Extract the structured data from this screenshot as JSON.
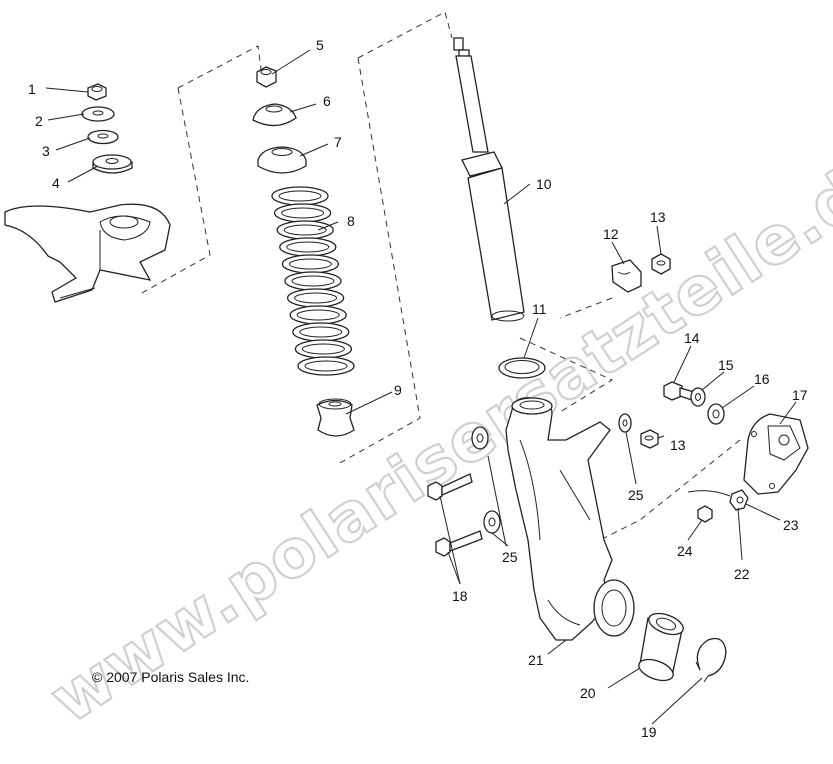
{
  "copyright": "© 2007 Polaris Sales Inc.",
  "watermark": "www.polarisersatzteile.de",
  "callouts": [
    "1",
    "2",
    "3",
    "4",
    "5",
    "6",
    "7",
    "8",
    "9",
    "10",
    "11",
    "12",
    "13",
    "14",
    "15",
    "16",
    "17",
    "13",
    "25",
    "23",
    "24",
    "22",
    "25",
    "18",
    "21",
    "20",
    "19"
  ],
  "icons": {
    "watermark": "watermark-logo"
  }
}
